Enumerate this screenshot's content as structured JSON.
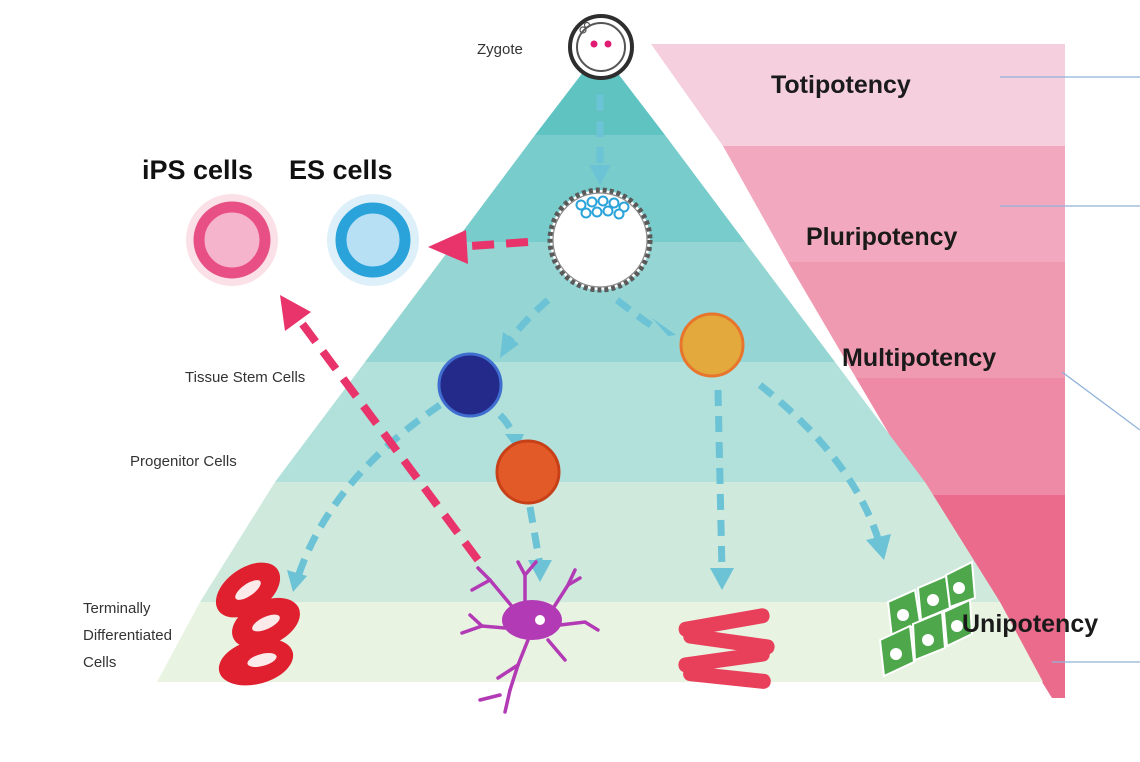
{
  "labels": {
    "zygote": "Zygote",
    "tissue_stem_cells": "Tissue Stem Cells",
    "progenitor_cells": "Progenitor Cells",
    "terminally_line1": "Terminally",
    "terminally_line2": "Differentiated",
    "terminally_line3": "Cells",
    "ips_cells": "iPS cells",
    "es_cells": "ES cells"
  },
  "potency": {
    "totipotency": "Totipotency",
    "pluripotency": "Pluripotency",
    "multipotency": "Multipotency",
    "unipotency": "Unipotency"
  },
  "colors": {
    "pyramid_top": "#5dc2c0",
    "pyramid_bottom": "#e8f3e2",
    "arrow_teal": "#6cc3d6",
    "arrow_pink": "#e8336b",
    "band_light": "#f7cddd",
    "band_dark": "#ea6c8c",
    "ips": "#e84f84",
    "es": "#2aa3db",
    "tissue_stem": "#232a8a",
    "progenitor": "#e25a27",
    "multipotent": "#e3a93d",
    "rbc": "#e0202f",
    "neuron": "#b33ab5",
    "muscle": "#e8405a",
    "epithelial": "#4ea84b"
  }
}
